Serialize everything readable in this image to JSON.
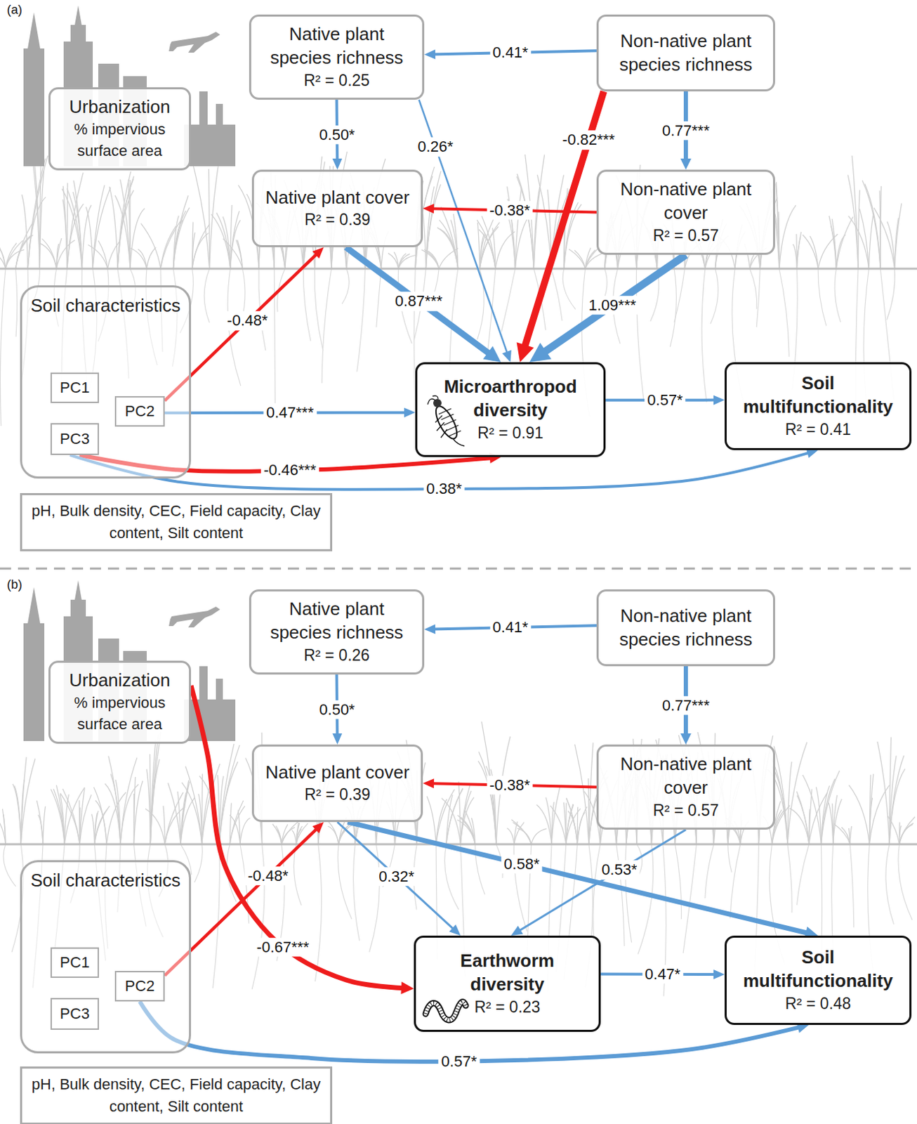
{
  "diagram": {
    "nodes": [
      {
        "text": [
          "Urbanization",
          "% impervious surface area"
        ]
      },
      {
        "text": [
          "Native plant species richness",
          "R² = 0.25"
        ]
      },
      {
        "text": [
          "Non-native plant species richness"
        ]
      },
      {
        "text": [
          "Native plant cover",
          "R² = 0.39"
        ]
      },
      {
        "text": [
          "Non-native plant cover",
          "R² = 0.57"
        ]
      },
      {
        "text": [
          "Soil characteristics"
        ]
      },
      {
        "text": [
          "PC1"
        ],
        "in": 5
      },
      {
        "text": [
          "PC2"
        ],
        "in": 5
      },
      {
        "text": [
          "PC3"
        ],
        "in": 5
      },
      {
        "text": [
          "pH, Bulk density, CEC, Field capacity, Clay content, Silt content"
        ]
      },
      {
        "text": [
          "Microarthropod diversity",
          "R² = 0.91"
        ]
      },
      {
        "text": [
          "Soil multifunctionality",
          "R² = 0.41"
        ]
      },
      {
        "text": [
          "Urbanization",
          "% impervious surface area"
        ]
      },
      {
        "text": [
          "Native plant species richness",
          "R² = 0.26"
        ]
      },
      {
        "text": [
          "Non-native plant species richness"
        ]
      },
      {
        "text": [
          "Native plant cover",
          "R² = 0.39"
        ]
      },
      {
        "text": [
          "Non-native plant cover",
          "R² = 0.57"
        ]
      },
      {
        "text": [
          "Soil characteristics"
        ]
      },
      {
        "text": [
          "PC1"
        ],
        "in": 17
      },
      {
        "text": [
          "PC2"
        ],
        "in": 17
      },
      {
        "text": [
          "PC3"
        ],
        "in": 17
      },
      {
        "text": [
          "pH, Bulk density, CEC, Field capacity, Clay content, Silt content"
        ]
      },
      {
        "text": [
          "Earthworm diversity",
          "R² = 0.23"
        ]
      },
      {
        "text": [
          "Soil multifunctionality",
          "R² = 0.48"
        ]
      }
    ],
    "edges": [
      {
        "from": 2,
        "to": 1,
        "label": "0.41*",
        "arrow": "to"
      },
      {
        "from": 1,
        "to": 3,
        "label": "0.50*",
        "arrow": "to"
      },
      {
        "from": 1,
        "to": 10,
        "label": "0.26*",
        "arrow": "to"
      },
      {
        "from": 2,
        "to": 10,
        "label": "-0.82***",
        "arrow": "to"
      },
      {
        "from": 2,
        "to": 4,
        "label": "0.77***",
        "arrow": "to"
      },
      {
        "from": 4,
        "to": 3,
        "label": "-0.38*",
        "arrow": "to"
      },
      {
        "from": 3,
        "to": 10,
        "label": "0.87***",
        "arrow": "to"
      },
      {
        "from": 4,
        "to": 10,
        "label": "1.09***",
        "arrow": "to"
      },
      {
        "from": 7,
        "to": 3,
        "label": "-0.48*",
        "arrow": "to"
      },
      {
        "from": 7,
        "to": 10,
        "label": "0.47***",
        "arrow": "to"
      },
      {
        "from": 8,
        "to": 10,
        "label": "-0.46***",
        "arrow": "to"
      },
      {
        "from": 8,
        "to": 11,
        "label": "0.38*",
        "arrow": "to"
      },
      {
        "from": 10,
        "to": 11,
        "label": "0.57*",
        "arrow": "to"
      },
      {
        "from": 14,
        "to": 13,
        "label": "0.41*",
        "arrow": "to"
      },
      {
        "from": 13,
        "to": 15,
        "label": "0.50*",
        "arrow": "to"
      },
      {
        "from": 14,
        "to": 16,
        "label": "0.77***",
        "arrow": "to"
      },
      {
        "from": 16,
        "to": 15,
        "label": "-0.38*",
        "arrow": "to"
      },
      {
        "from": 12,
        "to": 22,
        "label": "-0.67***",
        "arrow": "to"
      },
      {
        "from": 19,
        "to": 15,
        "label": "-0.48*",
        "arrow": "to"
      },
      {
        "from": 15,
        "to": 22,
        "label": "0.32*",
        "arrow": "to"
      },
      {
        "from": 15,
        "to": 23,
        "label": "0.58*",
        "arrow": "to"
      },
      {
        "from": 16,
        "to": 22,
        "label": "0.53*",
        "arrow": "to"
      },
      {
        "from": 22,
        "to": 23,
        "label": "0.47*",
        "arrow": "to"
      },
      {
        "from": 19,
        "to": 23,
        "label": "0.57*",
        "arrow": "to"
      }
    ],
    "labels": [
      "(a)",
      "(b)"
    ]
  }
}
